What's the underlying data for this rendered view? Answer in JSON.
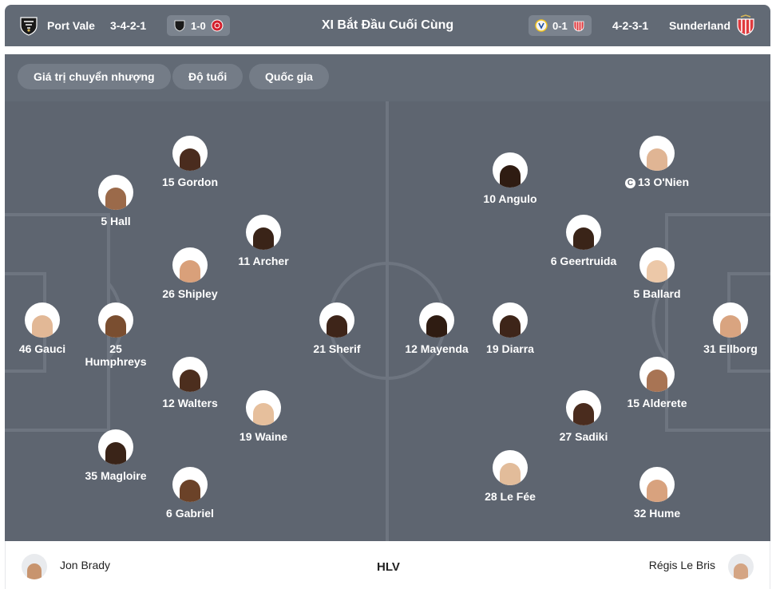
{
  "header": {
    "home_team": "Port Vale",
    "home_formation": "3-4-2-1",
    "home_last_result": "1-0",
    "title": "XI Bắt Đầu Cuối Cùng",
    "away_last_result": "0-1",
    "away_formation": "4-2-3-1",
    "away_team": "Sunderland"
  },
  "filters": [
    "Giá trị chuyển nhượng",
    "Độ tuổi",
    "Quốc gia"
  ],
  "home_players": [
    {
      "label": "15 Gordon"
    },
    {
      "label": "5 Hall"
    },
    {
      "label": "11 Archer"
    },
    {
      "label": "26 Shipley"
    },
    {
      "label": "46 Gauci"
    },
    {
      "label": "25 Humphreys"
    },
    {
      "label": "21 Sherif"
    },
    {
      "label": "12 Walters"
    },
    {
      "label": "19 Waine"
    },
    {
      "label": "35 Magloire"
    },
    {
      "label": "6 Gabriel"
    }
  ],
  "away_players": [
    {
      "label": "13 O'Nien",
      "captain": true
    },
    {
      "label": "10 Angulo"
    },
    {
      "label": "6 Geertruida"
    },
    {
      "label": "5 Ballard"
    },
    {
      "label": "31 Ellborg"
    },
    {
      "label": "12 Mayenda"
    },
    {
      "label": "19 Diarra"
    },
    {
      "label": "15 Alderete"
    },
    {
      "label": "27 Sadiki"
    },
    {
      "label": "28 Le Fée"
    },
    {
      "label": "32 Hume"
    }
  ],
  "coaches": {
    "home": "Jon Brady",
    "label": "HLV",
    "away": "Régis Le Bris"
  },
  "icons": {
    "captain": "captain-icon",
    "home_logo": "port-vale-crest-icon",
    "away_logo": "sunderland-crest-icon"
  },
  "colors": {
    "pitch": "#5e6570",
    "header": "#626a75",
    "chip": "#7b838e"
  }
}
